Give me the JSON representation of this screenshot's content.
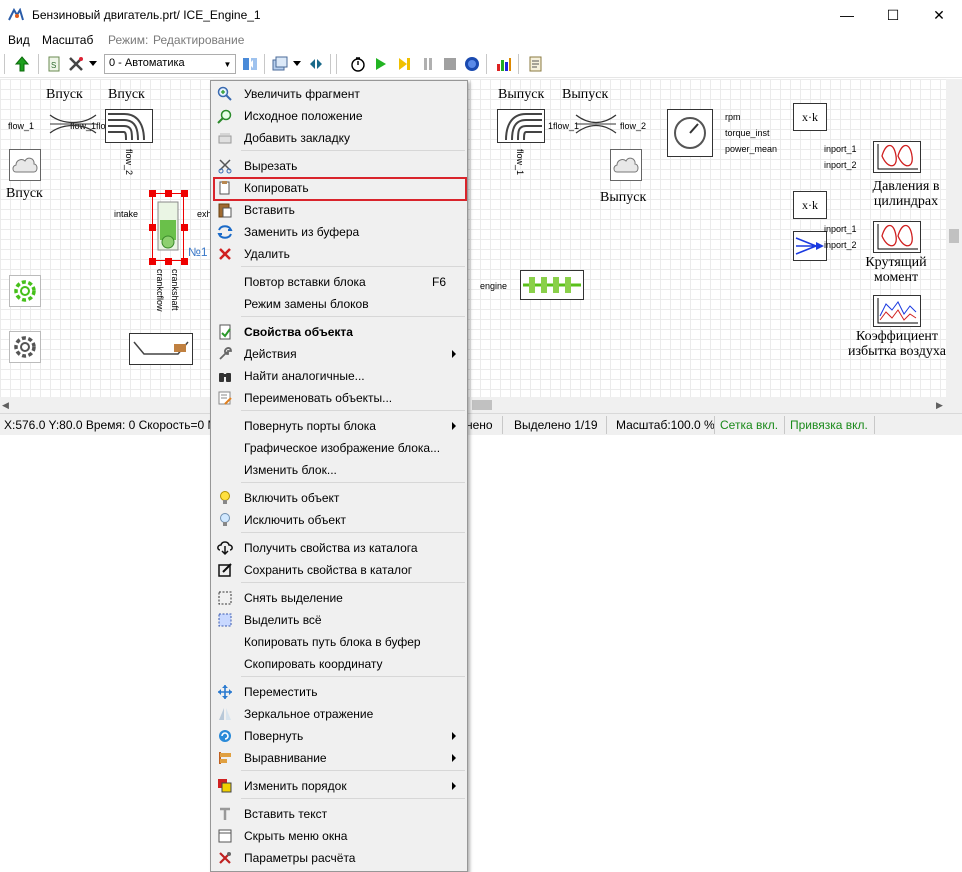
{
  "window": {
    "title": "Бензиновый двигатель.prt/ ICE_Engine_1",
    "minimize_glyph": "—",
    "maximize_glyph": "☐",
    "close_glyph": "✕"
  },
  "menubar": {
    "items": [
      "Вид",
      "Масштаб"
    ],
    "mode_label": "Режим:",
    "mode_value": "Редактирование"
  },
  "toolbar": {
    "mode_select_value": "0 - Автоматика"
  },
  "canvas": {
    "labels": {
      "vpusk_top_1": "Впуск",
      "vpusk_top_2": "Впуск",
      "vpusk_left": "Впуск",
      "vypusk_top_1": "Выпуск",
      "vypusk_top_2": "Выпуск",
      "vypusk_right": "Выпуск",
      "davleniya": "Давления в цилиндрах",
      "krutyashchiy": "Крутящий момент",
      "koefficient": "Коэффициент избытка воздуха",
      "no1": "№1"
    },
    "ports": {
      "flow_1_left": "flow_1",
      "flow_1_flow_2": "flow_1flow_2",
      "flow_2_vert": "flow_2",
      "intake": "intake",
      "exh": "exh",
      "crankshaft": "crankshaft",
      "crankflow": "crankcflow",
      "flow_1_right": "1flow_1",
      "flow_2_right": "flow_2",
      "flow_1_vert": "flow_1",
      "rpm": "rpm",
      "torque_inst": "torque_inst",
      "power_mean": "power_mean",
      "inport_1a": "inport_1",
      "inport_2a": "inport_2",
      "inport_1b": "inport_1",
      "inport_2b": "inport_2",
      "engine": "engine"
    },
    "gain_label": "x·k"
  },
  "statusbar": {
    "coords": "X:576.0  Y:80.0 Время: 0 Скорость=0 М",
    "state": "нено",
    "selected": "Выделено 1/19",
    "scale": "Масштаб:100.0 %",
    "grid": "Сетка вкл.",
    "snap": "Привязка вкл.",
    "grid_color": "#1a8a1a",
    "snap_color": "#1a8a1a"
  },
  "context_menu": {
    "items": [
      {
        "label": "Увеличить фрагмент",
        "icon": "zoom-in-icon"
      },
      {
        "label": "Исходное положение",
        "icon": "home-zoom-icon"
      },
      {
        "label": "Добавить закладку",
        "icon": "bookmark-icon"
      },
      {
        "label": "Вырезать",
        "icon": "scissors-icon"
      },
      {
        "label": "Копировать",
        "icon": "copy-icon"
      },
      {
        "label": "Вставить",
        "icon": "paste-icon"
      },
      {
        "label": "Заменить из буфера",
        "icon": "replace-icon"
      },
      {
        "label": "Удалить",
        "icon": "delete-icon"
      },
      {
        "label": "Повтор вставки блока",
        "shortcut": "F6"
      },
      {
        "label": "Режим замены блоков"
      },
      {
        "label": "Свойства объекта",
        "icon": "properties-icon"
      },
      {
        "label": "Действия",
        "icon": "wrench-icon"
      },
      {
        "label": "Найти аналогичные...",
        "icon": "binoculars-icon"
      },
      {
        "label": "Переименовать объекты...",
        "icon": "rename-icon"
      },
      {
        "label": "Повернуть порты блока"
      },
      {
        "label": "Графическое изображение блока..."
      },
      {
        "label": "Изменить блок..."
      },
      {
        "label": "Включить объект",
        "icon": "bulb-on-icon"
      },
      {
        "label": "Исключить объект",
        "icon": "bulb-off-icon"
      },
      {
        "label": "Получить свойства из каталога",
        "icon": "cloud-download-icon"
      },
      {
        "label": "Сохранить свойства в каталог",
        "icon": "edit-save-icon"
      },
      {
        "label": "Снять выделение",
        "icon": "deselect-icon"
      },
      {
        "label": "Выделить всё",
        "icon": "select-all-icon"
      },
      {
        "label": "Копировать путь блока в буфер"
      },
      {
        "label": "Скопировать координату"
      },
      {
        "label": "Переместить",
        "icon": "move-icon"
      },
      {
        "label": "Зеркальное отражение",
        "icon": "mirror-icon"
      },
      {
        "label": "Повернуть",
        "icon": "rotate-icon"
      },
      {
        "label": "Выравнивание",
        "icon": "align-icon"
      },
      {
        "label": "Изменить порядок",
        "icon": "order-icon"
      },
      {
        "label": "Вставить текст",
        "icon": "text-icon"
      },
      {
        "label": "Скрыть меню окна",
        "icon": "hide-menu-icon"
      },
      {
        "label": "Параметры расчёта",
        "icon": "calc-settings-icon"
      }
    ]
  }
}
